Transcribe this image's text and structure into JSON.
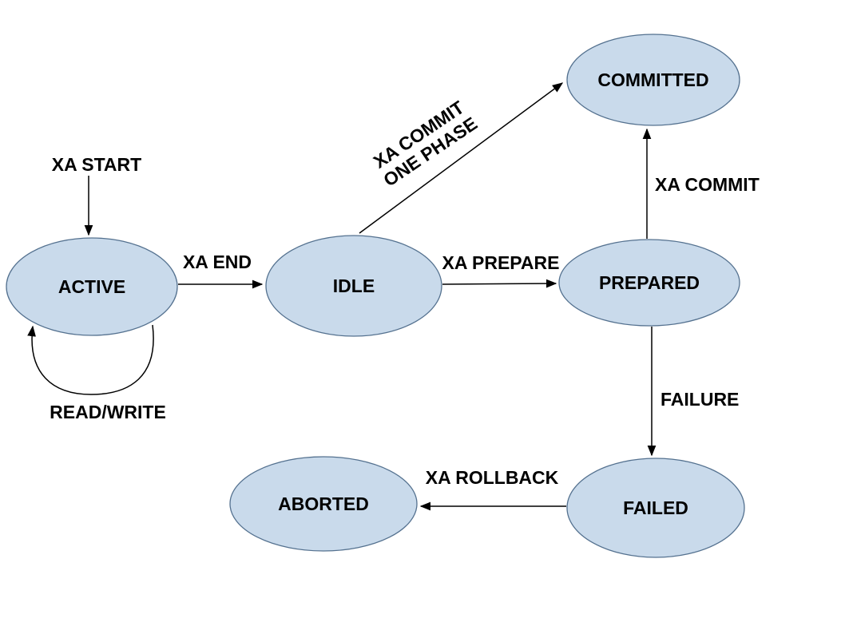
{
  "states": {
    "active": {
      "label": "ACTIVE"
    },
    "idle": {
      "label": "IDLE"
    },
    "committed": {
      "label": "COMMITTED"
    },
    "prepared": {
      "label": "PREPARED"
    },
    "failed": {
      "label": "FAILED"
    },
    "aborted": {
      "label": "ABORTED"
    }
  },
  "transitions": {
    "xa_start": {
      "label": "XA START",
      "from": "(start)",
      "to": "ACTIVE"
    },
    "read_write": {
      "label": "READ/WRITE",
      "from": "ACTIVE",
      "to": "ACTIVE"
    },
    "xa_end": {
      "label": "XA END",
      "from": "ACTIVE",
      "to": "IDLE"
    },
    "xa_commit_one_phase": {
      "label_line1": "XA COMMIT",
      "label_line2": "ONE PHASE",
      "from": "IDLE",
      "to": "COMMITTED"
    },
    "xa_prepare": {
      "label": "XA PREPARE",
      "from": "IDLE",
      "to": "PREPARED"
    },
    "xa_commit": {
      "label": "XA COMMIT",
      "from": "PREPARED",
      "to": "COMMITTED"
    },
    "failure": {
      "label": "FAILURE",
      "from": "PREPARED",
      "to": "FAILED"
    },
    "xa_rollback": {
      "label": "XA ROLLBACK",
      "from": "FAILED",
      "to": "ABORTED"
    }
  },
  "colors": {
    "background": "#ffffff",
    "state_fill": "#c9daeb",
    "state_stroke": "#54718f",
    "arrow": "#000000",
    "text": "#000000"
  }
}
